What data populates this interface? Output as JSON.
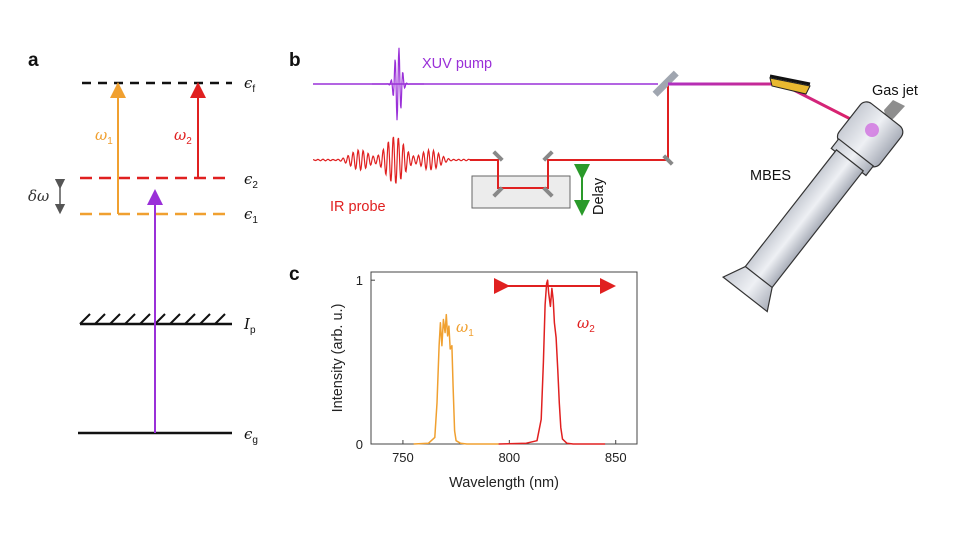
{
  "panels": {
    "a": "a",
    "b": "b",
    "c": "c"
  },
  "panel_a": {
    "levels": {
      "ef": {
        "sym": "ϵ",
        "sub": "f"
      },
      "e2": {
        "sym": "ϵ",
        "sub": "2"
      },
      "e1": {
        "sym": "ϵ",
        "sub": "1"
      },
      "ip": {
        "sym": "I",
        "sub": "p"
      },
      "eg": {
        "sym": "ϵ",
        "sub": "g"
      }
    },
    "omega1": {
      "sym": "ω",
      "sub": "1"
    },
    "omega2": {
      "sym": "ω",
      "sub": "2"
    },
    "delta_omega": "δω"
  },
  "panel_b": {
    "xuv_pump": "XUV pump",
    "ir_probe": "IR probe",
    "delay": "Delay",
    "mbes": "MBES",
    "gas_jet": "Gas jet"
  },
  "colors": {
    "orange": "#f0a030",
    "red": "#e02020",
    "purple": "#9a30d8",
    "black": "#111111"
  },
  "chart_data": {
    "type": "line",
    "xlabel": "Wavelength (nm)",
    "ylabel": "Intensity (arb. u.)",
    "xlim": [
      735,
      860
    ],
    "ylim": [
      0,
      1.05
    ],
    "xticks": [
      750,
      800,
      850
    ],
    "yticks": [
      0,
      1
    ],
    "grid": false,
    "annotations": [
      {
        "sym": "ω",
        "sub": "1"
      },
      {
        "sym": "ω",
        "sub": "2"
      }
    ],
    "series": [
      {
        "color": "#f0a030",
        "x": [
          755,
          762,
          765,
          766,
          767,
          767.6,
          768.3,
          769,
          769.8,
          770.4,
          771,
          771.6,
          772.2,
          773,
          773.6,
          774.3,
          775,
          777,
          780,
          795
        ],
        "y": [
          0,
          0.005,
          0.04,
          0.25,
          0.6,
          0.74,
          0.6,
          0.76,
          0.68,
          0.79,
          0.66,
          0.72,
          0.58,
          0.6,
          0.35,
          0.08,
          0.02,
          0.005,
          0,
          0
        ]
      },
      {
        "color": "#e02020",
        "x": [
          795,
          808,
          813,
          815,
          816,
          816.8,
          817.5,
          818,
          818.5,
          819.3,
          820,
          820.6,
          821.2,
          822,
          822.8,
          823.5,
          824.2,
          825,
          827,
          830,
          845
        ],
        "y": [
          0,
          0.005,
          0.02,
          0.15,
          0.5,
          0.85,
          0.98,
          1.0,
          0.92,
          0.84,
          0.95,
          0.88,
          0.74,
          0.65,
          0.45,
          0.25,
          0.1,
          0.03,
          0.005,
          0,
          0
        ]
      }
    ]
  }
}
